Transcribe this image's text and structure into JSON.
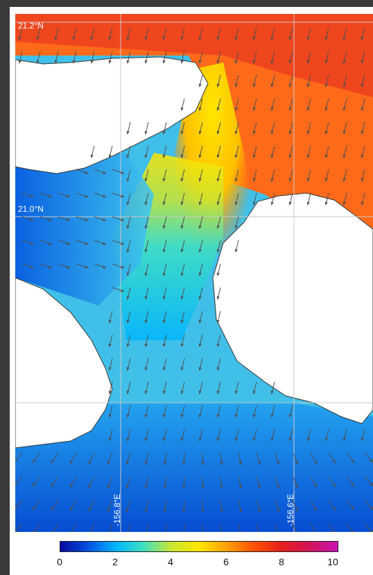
{
  "map": {
    "lat_labels": [
      "21.2°N",
      "21.0°N"
    ],
    "lon_labels": [
      "-156.8°E",
      "-156.6°E"
    ]
  },
  "colorbar": {
    "ticks": [
      "0",
      "2",
      "4",
      "6",
      "8",
      "10"
    ],
    "range": [
      0,
      10
    ],
    "colors": [
      "#0a0aa0",
      "#0050e0",
      "#00b4ff",
      "#40e0c0",
      "#c8e632",
      "#ffe600",
      "#ffa000",
      "#ff5000",
      "#e61e1e",
      "#d2145a",
      "#c814b4"
    ]
  },
  "colors": {
    "background": "#3a3a3a",
    "land": "#ffffff",
    "arrow": "#505050",
    "grid": "#c8c8c8"
  }
}
